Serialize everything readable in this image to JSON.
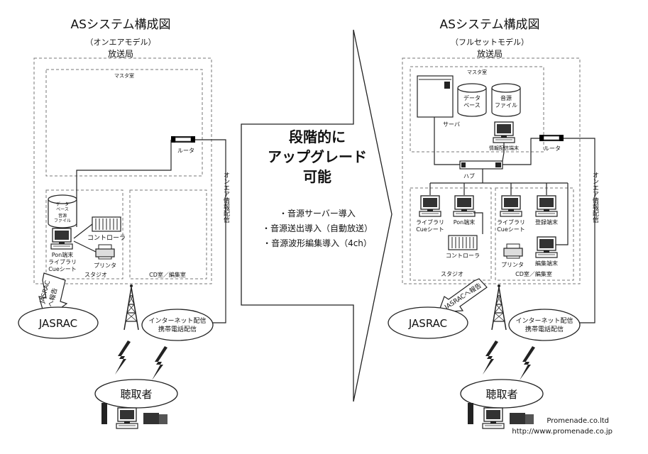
{
  "left": {
    "title": "ASシステム構成図",
    "model": "（オンエアモデル）",
    "station": "放送局",
    "master_room": "マスタ室",
    "router": "ルータ",
    "db_line1": "データ",
    "db_line2": "ベース",
    "audio_line1": "音源",
    "audio_line2": "ファイル",
    "controller": "コントローラ",
    "pon_line1": "Pon端末",
    "pon_line2": "ライブラリ",
    "pon_line3": "Cueシート",
    "printer": "プリンタ",
    "studio": "スタジオ",
    "cd_room": "CD室／編集室",
    "onair": "オンエア情報配信",
    "report_line1": "JASRAC",
    "report_line2": "へ報告",
    "jasrac": "JASRAC",
    "internet_line1": "インターネット配信",
    "internet_line2": "携帯電話配信",
    "listener": "聴取者"
  },
  "center": {
    "headline_line1": "段階的に",
    "headline_line2": "アップグレード",
    "headline_line3": "可能",
    "bullet1": "・音源サーバー導入",
    "bullet2": "・音源送出導入（自動放送）",
    "bullet3": "・音源波形編集導入（4ch）"
  },
  "right": {
    "title": "ASシステム構成図",
    "model": "（フルセットモデル）",
    "station": "放送局",
    "master_room": "マスタ室",
    "db_line1": "データ",
    "db_line2": "ベース",
    "audio_line1": "音源",
    "audio_line2": "ファイル",
    "server": "サーバ",
    "info_terminal": "情報配信端末",
    "router": "ルータ",
    "hub": "ハブ",
    "library1_line1": "ライブラリ",
    "library1_line2": "Cueシート",
    "pon": "Pon端末",
    "library2_line1": "ライブラリ",
    "library2_line2": "Cueシート",
    "register": "登録端末",
    "controller": "コントローラ",
    "printer": "プリンタ",
    "edit_terminal": "編集端末",
    "studio": "スタジオ",
    "cd_room": "CD室／編集室",
    "onair": "オンエア情報配信",
    "report": "JASRACへ報告",
    "jasrac": "JASRAC",
    "internet_line1": "インターネット配信",
    "internet_line2": "携帯電話配信",
    "listener": "聴取者"
  },
  "footer": {
    "company": "Promenade.co.ltd",
    "url": "http://www.promenade.co.jp"
  }
}
